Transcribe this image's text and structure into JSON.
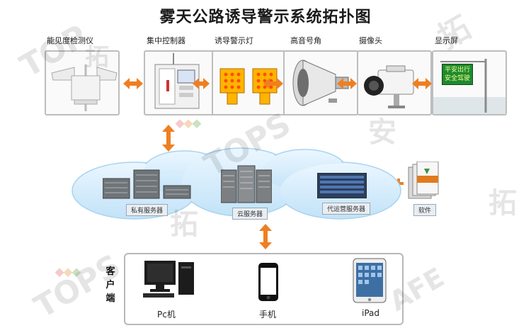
{
  "title": "雾天公路诱导警示系统拓扑图",
  "devices": [
    {
      "label": "能见度检测仪",
      "icon": "visibility-sensor-icon"
    },
    {
      "label": "集中控制器",
      "icon": "control-cabinet-icon"
    },
    {
      "label": "诱导警示灯",
      "icon": "warning-lights-icon"
    },
    {
      "label": "高音号角",
      "icon": "horn-speaker-icon"
    },
    {
      "label": "摄像头",
      "icon": "camera-icon"
    },
    {
      "label": "显示屏",
      "icon": "display-screen-icon"
    }
  ],
  "display_screen_text": [
    "平安出行",
    "安全驾驶"
  ],
  "cloud": {
    "private_servers_label": "私有服务器",
    "cloud_servers_label": "云服务器",
    "hosted_servers_label": "代运营服务器",
    "software_label": "软件"
  },
  "clients": {
    "title": "客户端",
    "items": [
      {
        "label": "Pc机",
        "icon": "pc-icon"
      },
      {
        "label": "手机",
        "icon": "phone-icon"
      },
      {
        "label": "iPad",
        "icon": "tablet-icon"
      }
    ]
  },
  "watermark": {
    "text": "TOPSAFE",
    "cn": "拓安"
  },
  "colors": {
    "arrow": "#ee7f22",
    "cloud_fill": "#d4ecfb",
    "cloud_edge": "#a8d3f0",
    "display_green": "#1f8a2f",
    "warning_yellow": "#ffb400"
  }
}
